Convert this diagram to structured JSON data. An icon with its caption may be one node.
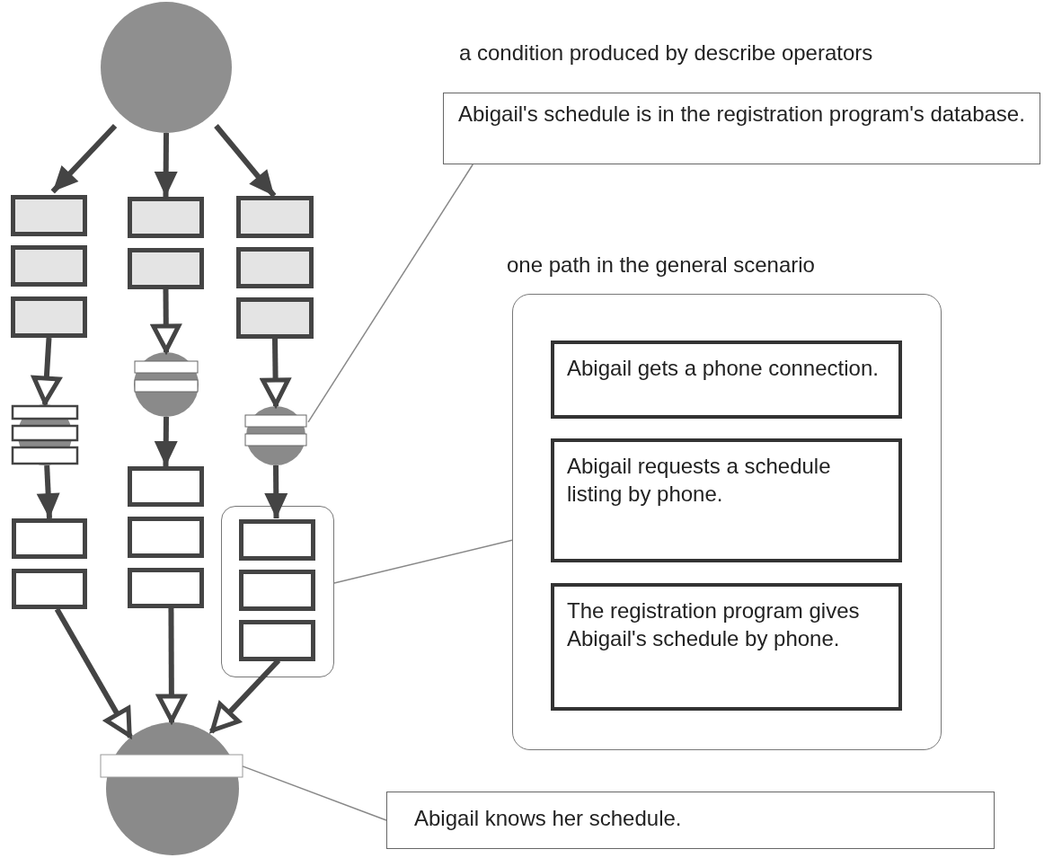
{
  "diagram": {
    "nodes": [
      {
        "text": [],
        "shape": "circle"
      },
      {
        "text": [],
        "shape": "box"
      },
      {
        "text": [],
        "shape": "box"
      },
      {
        "text": [],
        "shape": "box"
      },
      {
        "text": [],
        "shape": "circle"
      },
      {
        "text": [],
        "shape": "box"
      },
      {
        "text": [],
        "shape": "box"
      },
      {
        "text": [],
        "shape": "box"
      },
      {
        "text": [],
        "shape": "box"
      },
      {
        "text": [],
        "shape": "circle"
      },
      {
        "text": [],
        "shape": "box"
      },
      {
        "text": [],
        "shape": "box"
      },
      {
        "text": [],
        "shape": "box"
      },
      {
        "text": [],
        "shape": "box"
      },
      {
        "text": [],
        "shape": "box"
      },
      {
        "text": [],
        "shape": "box"
      },
      {
        "text": [],
        "shape": "circle"
      },
      {
        "text": [],
        "shape": "box"
      },
      {
        "text": [],
        "shape": "box",
        "in": 17
      },
      {
        "text": [],
        "shape": "box",
        "in": 17
      },
      {
        "text": [],
        "shape": "box",
        "in": 17
      },
      {
        "text": [],
        "shape": "circle"
      },
      {
        "text": [
          "a condition produced by describe operators",
          "Abigail's schedule is in the registration program's database."
        ]
      },
      {
        "text": [
          "one path in the general scenario"
        ]
      },
      {
        "text": [
          "Abigail gets a phone connection."
        ],
        "in": 23
      },
      {
        "text": [
          "Abigail requests a schedule listing by phone."
        ],
        "in": 23
      },
      {
        "text": [
          "The registration program gives Abigail's schedule by phone."
        ],
        "in": 23
      },
      {
        "text": [
          "Abigail knows her schedule."
        ]
      }
    ],
    "edges": [
      {
        "from": 0,
        "to": 1,
        "arrow": "to"
      },
      {
        "from": 0,
        "to": 7,
        "arrow": "to"
      },
      {
        "from": 0,
        "to": 13,
        "arrow": "to"
      },
      {
        "from": 3,
        "to": 4,
        "arrow": "to"
      },
      {
        "from": 8,
        "to": 9,
        "arrow": "to"
      },
      {
        "from": 15,
        "to": 16,
        "arrow": "to"
      },
      {
        "from": 4,
        "to": 5,
        "arrow": "to"
      },
      {
        "from": 9,
        "to": 10,
        "arrow": "to"
      },
      {
        "from": 16,
        "to": 18,
        "arrow": "to"
      },
      {
        "from": 6,
        "to": 21,
        "arrow": "to"
      },
      {
        "from": 12,
        "to": 21,
        "arrow": "to"
      },
      {
        "from": 20,
        "to": 21,
        "arrow": "to"
      },
      {
        "from": 22,
        "to": 16,
        "arrow": "none",
        "color": "#888888"
      },
      {
        "from": 17,
        "to": 23,
        "arrow": "none",
        "color": "#888888"
      },
      {
        "from": 21,
        "to": 27,
        "arrow": "none",
        "color": "#888888"
      }
    ]
  }
}
